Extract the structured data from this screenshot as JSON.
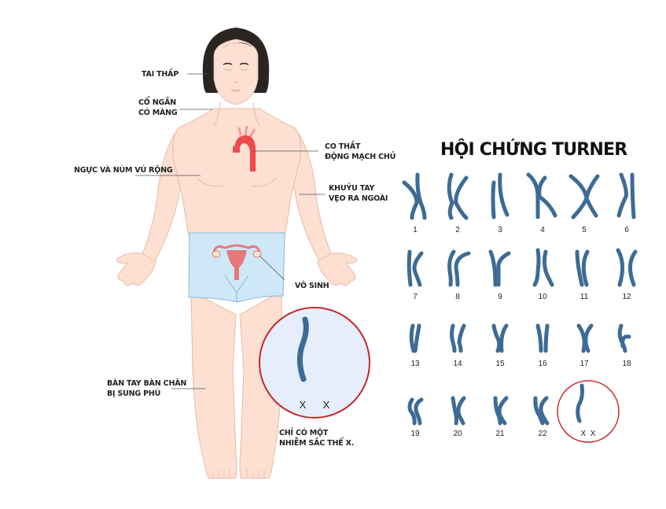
{
  "title": "HỘI CHỨNG TURNER",
  "colors": {
    "skin": "#fde0d2",
    "skin_outline": "#e7b9a6",
    "hair": "#2b2522",
    "underwear": "#cfe8f8",
    "underwear_outline": "#8ab6d3",
    "aorta": "#ef4b4b",
    "uterus": "#e57a7a",
    "chromosome": "#3d6b95",
    "circle_outline": "#c8282c",
    "circle_fill": "#e6edfb",
    "leader_line": "#555555",
    "text": "#222222"
  },
  "body_labels": [
    {
      "id": "low-ears",
      "lines": [
        "TAI THẤP"
      ]
    },
    {
      "id": "short-webbed-neck",
      "lines": [
        "CỔ NGẮN",
        "CÓ MÀNG"
      ]
    },
    {
      "id": "wide-chest",
      "lines": [
        "NGỰC VÀ NÚM VÚ RỘNG"
      ]
    },
    {
      "id": "aortic-coarctation",
      "lines": [
        "CO THẮT",
        "ĐỘNG MẠCH CHỦ"
      ]
    },
    {
      "id": "cubitus-valgus",
      "lines": [
        "KHUỶU TAY",
        "VẸO RA NGOÀI"
      ]
    },
    {
      "id": "infertility",
      "lines": [
        "VÔ SINH"
      ]
    },
    {
      "id": "lymphedema",
      "lines": [
        "BÀN TAY BÀN CHÂN",
        "BỊ SUNG PHÙ"
      ]
    },
    {
      "id": "single-x",
      "lines": [
        "CHỈ CÓ MỘT",
        "NHIỄM SẮC THỂ X."
      ]
    }
  ],
  "inset_circle": {
    "labels": [
      "X",
      "X"
    ]
  },
  "karyotype": {
    "pairs": [
      "1",
      "2",
      "3",
      "4",
      "5",
      "6",
      "7",
      "8",
      "9",
      "10",
      "11",
      "12",
      "13",
      "14",
      "15",
      "16",
      "17",
      "18",
      "19",
      "20",
      "21",
      "22"
    ],
    "sex_chromosomes": {
      "label": "X  X",
      "count_present": 1
    }
  }
}
